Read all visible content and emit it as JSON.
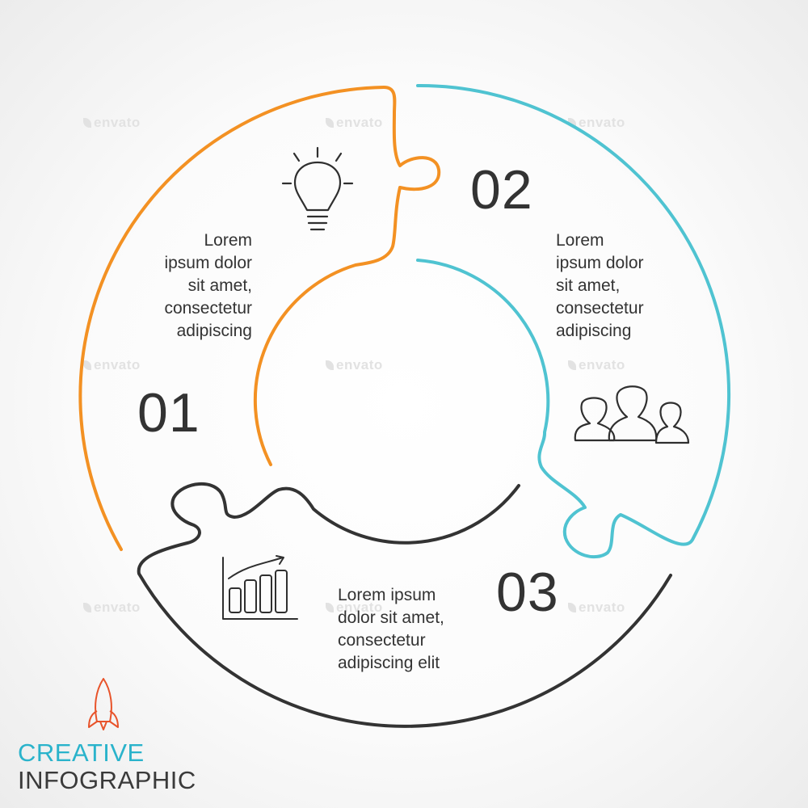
{
  "colors": {
    "segment_1": "#f39123",
    "segment_2": "#4fc3d1",
    "segment_3": "#333333",
    "brand_accent": "#2ab3cb",
    "rocket": "#e8532a"
  },
  "watermark": "envato",
  "segments": [
    {
      "number": "01",
      "lines": [
        "Lorem",
        "ipsum dolor",
        "sit amet,",
        "consectetur",
        "adipiscing"
      ],
      "icon": "lightbulb-icon"
    },
    {
      "number": "02",
      "lines": [
        "Lorem",
        "ipsum dolor",
        "sit amet,",
        "consectetur",
        "adipiscing"
      ],
      "icon": "people-icon"
    },
    {
      "number": "03",
      "lines": [
        "Lorem ipsum",
        "dolor sit amet,",
        "consectetur",
        "adipiscing elit"
      ],
      "icon": "bar-chart-icon"
    }
  ],
  "brand": {
    "line1": "CREATIVE",
    "line2": "INFOGRAPHIC",
    "icon": "rocket-icon"
  }
}
